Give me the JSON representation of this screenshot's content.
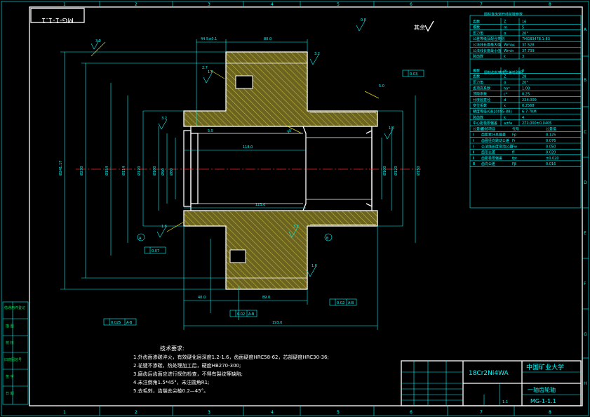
{
  "drawing_number": "MG-1-1.1",
  "drawing_number_stamp": "MG-1-1.1",
  "material": "18Cr2Ni4WA",
  "university": "中国矿业大学",
  "part_name": "一轴齿轮轴",
  "scale": "1:1",
  "surface_note": "其余",
  "border_columns": [
    "1",
    "2",
    "3",
    "4",
    "5",
    "6",
    "7",
    "8"
  ],
  "border_rows": [
    "A",
    "B",
    "C",
    "D",
    "E",
    "F",
    "G",
    "H"
  ],
  "side_table": [
    "借通用件登记",
    "描  图",
    "校  核",
    "旧底图总号",
    "签  字",
    "日  期"
  ],
  "tech_req_title": "技术要求:",
  "tech_requirements": [
    "1.外齿面渗碳淬火，有效硬化层深度1.2-1.6，齿面硬度HRC58-62，芯部硬度HRC30-36;",
    "2.花键不渗碳，热处理加工后，硬度HB270-300;",
    "3.磨齿后齿面应进行探伤检查，不得有裂纹等缺陷;",
    "4.未注倒角1.5*45°，未注圆角R1;",
    "5.去毛刺，齿端去尖棱0.2—45°。"
  ],
  "param_table_1_title": "圆柱直齿渐开线花键参数",
  "param_table_1": [
    [
      "齿数",
      "Z",
      "16"
    ],
    [
      "模数",
      "m",
      "5"
    ],
    [
      "压力角",
      "α",
      "20°"
    ],
    [
      "公差等级及配合类别",
      "",
      "7HGB3478.1-83"
    ],
    [
      "公法线长度最大值",
      "Wmax",
      "37.528"
    ],
    [
      "公法线长度最小值",
      "Wmin",
      "37.739"
    ],
    [
      "跨齿数",
      "k",
      "3"
    ]
  ],
  "param_table_2_title": "圆柱齿轮精度公差检验组",
  "param_table_2": [
    [
      "模数",
      "m",
      "8"
    ],
    [
      "齿数",
      "Z",
      "28"
    ],
    [
      "压力角",
      "α",
      "20°"
    ],
    [
      "齿顶高系数",
      "ha*",
      "1.00"
    ],
    [
      "顶隙系数",
      "c*",
      "0.25"
    ],
    [
      "分度圆直径",
      "d",
      "224.000"
    ],
    [
      "变位系数",
      "x",
      "0.2568"
    ],
    [
      "精度等级(GB10095-88)",
      "",
      "6-7-7KM"
    ],
    [
      "跨齿数",
      "k",
      "4"
    ],
    [
      "中心距极限偏差",
      "a±fa",
      "272.000±0.0405"
    ],
    [
      "公差组",
      "检验项目",
      "代号",
      "公差值"
    ],
    [
      "Ⅰ",
      "齿距累计总偏差",
      "Fp",
      "0.125"
    ],
    [
      "Ⅰ",
      "齿圈径向跳动公差",
      "Fr",
      "0.076"
    ],
    [
      "Ⅰ",
      "公法线长度变动公差",
      "Fw",
      "0.050"
    ],
    [
      "Ⅱ",
      "齿形公差",
      "ff",
      "0.020"
    ],
    [
      "Ⅱ",
      "齿距极限偏差",
      "fpt",
      "±0.020"
    ],
    [
      "Ⅲ",
      "齿向公差",
      "Fβ",
      "0.016"
    ]
  ],
  "dimensions": {
    "top_44": "44.5±0.1",
    "top_80": "80.0",
    "len_118": "118.0",
    "len_123": "123.0",
    "len_193": "193.0",
    "len_89": "89.0",
    "len_40": "40.0",
    "dia_left": [
      "Ø154",
      "Ø114",
      "Ø120",
      "Ø100",
      "Ø90",
      "Ø80"
    ],
    "dia_right": [
      "Ø100",
      "Ø120",
      "Ø150"
    ],
    "gear_od": "Ø241.17",
    "gear_root": "Ø230",
    "chamfer": "30°",
    "r5": "5.0",
    "r27": "2.7",
    "r55": "5.5"
  },
  "gdt": {
    "runout_top": "0.03",
    "runout_left": "0.07",
    "runout_bottom1": "0.02",
    "runout_bottom2": "0.02",
    "runout_bottom3": "0.025",
    "datum_ab": "A-B",
    "datum_a": "A",
    "datum_b": "B"
  },
  "roughness": [
    "3.2",
    "1.6",
    "0.8",
    "3.2",
    "1.6",
    "3.2",
    "1.6",
    "3.2",
    "1.6"
  ]
}
